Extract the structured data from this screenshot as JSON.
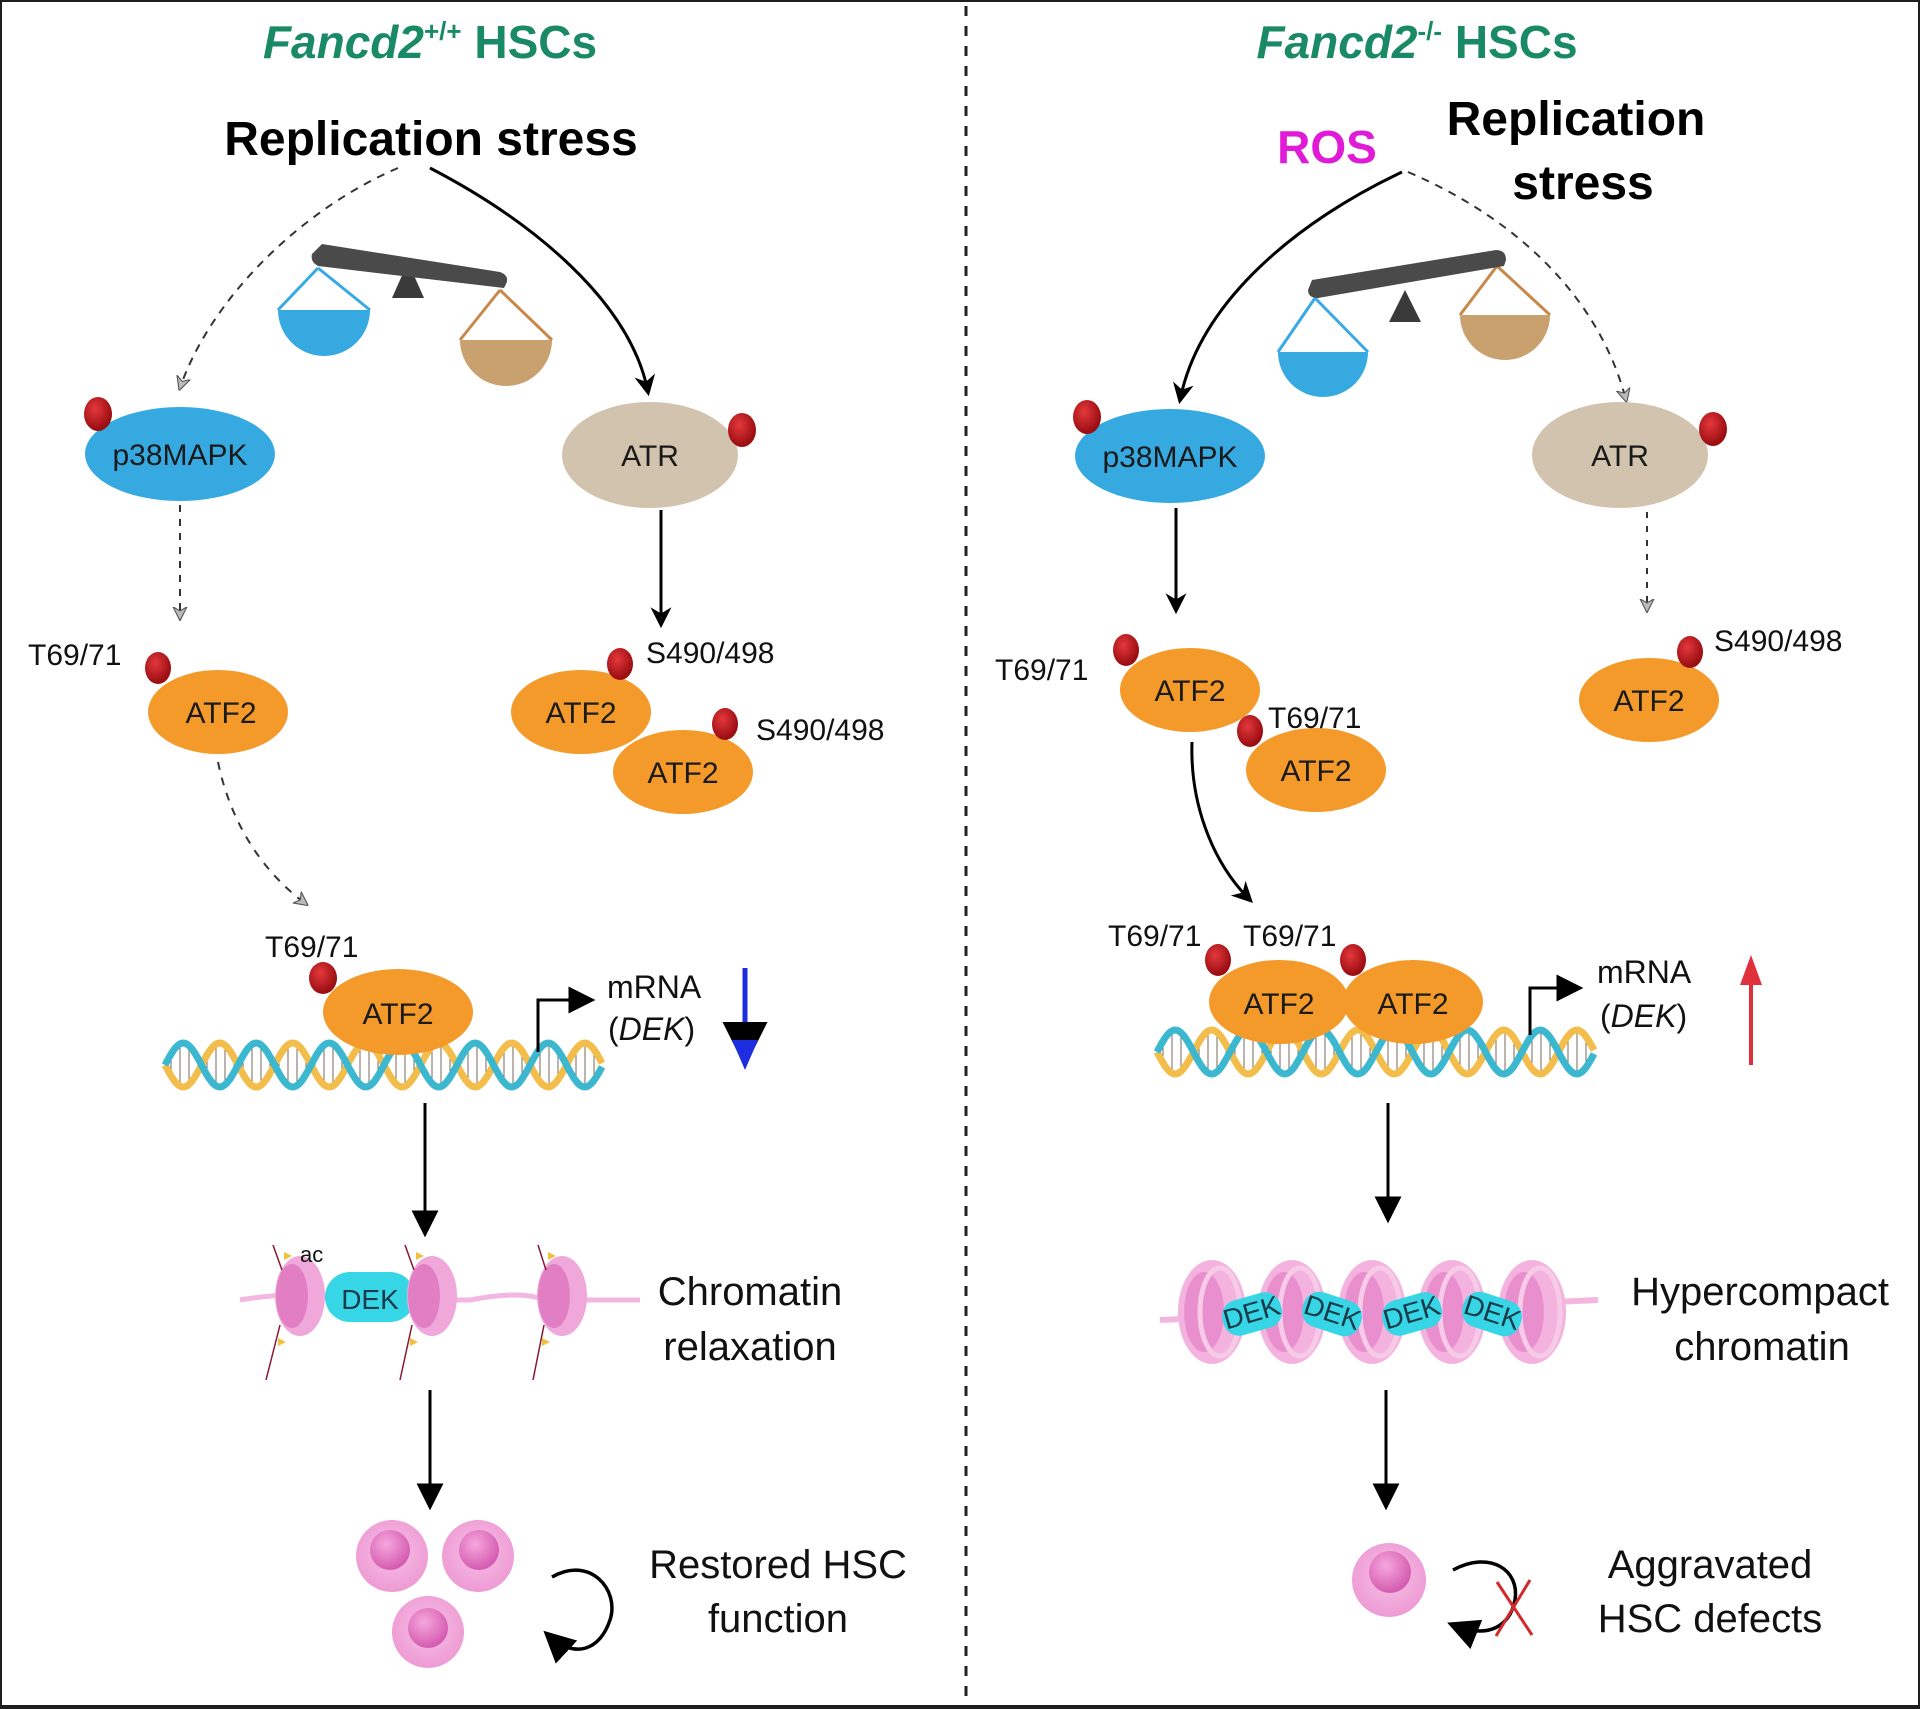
{
  "left_panel": {
    "title_gene": "Fancd2",
    "title_genotype": "+/+",
    "title_suffix": " HSCs",
    "stimulus": "Replication stress",
    "proteins": {
      "p38": "p38MAPK",
      "atr": "ATR",
      "atf2": "ATF2"
    },
    "sites": {
      "t69": "T69/71",
      "s490_a": "S490/498",
      "s490_b": "S490/498",
      "dna_t69": "T69/71"
    },
    "mrna_label": "mRNA",
    "mrna_gene": "DEK",
    "mrna_change": "down",
    "acetyl_label": "ac",
    "dek_label": "DEK",
    "chromatin_line1": "Chromatin",
    "chromatin_line2": "relaxation",
    "outcome_line1": "Restored HSC",
    "outcome_line2": "function"
  },
  "right_panel": {
    "title_gene": "Fancd2",
    "title_genotype": "-/-",
    "title_suffix": " HSCs",
    "ros": "ROS",
    "stimulus_line1": "Replication",
    "stimulus_line2": "stress",
    "proteins": {
      "p38": "p38MAPK",
      "atr": "ATR",
      "atf2": "ATF2"
    },
    "sites": {
      "t69_a": "T69/71",
      "t69_b": "T69/71",
      "s490": "S490/498",
      "dna_t69_a": "T69/71",
      "dna_t69_b": "T69/71"
    },
    "mrna_label": "mRNA",
    "mrna_gene": "DEK",
    "mrna_change": "up",
    "dek_label": "DEK",
    "chromatin_line1": "Hypercompact",
    "chromatin_line2": "chromatin",
    "outcome_line1": "Aggravated",
    "outcome_line2": "HSC defects"
  },
  "colors": {
    "title_green": "#1a8a66",
    "ros_magenta": "#e01bd8",
    "p38_blue": "#36a9e1",
    "atr_tan": "#d2c3ae",
    "atf2_orange": "#f39a2a",
    "phospho_red": "#c0181c",
    "down_arrow_blue": "#1c2ee0",
    "up_arrow_red": "#e0303c",
    "dek_cyan": "#36d6e6",
    "nucleosome_pink": "#f2b0dc",
    "cell_pink": "#f29ad6"
  }
}
